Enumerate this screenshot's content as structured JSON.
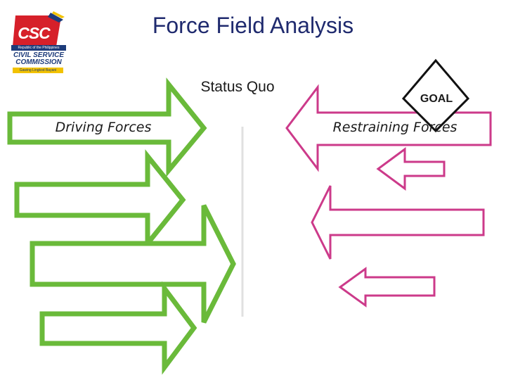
{
  "title": "Force Field Analysis",
  "status_quo_label": "Status Quo",
  "goal_label": "GOAL",
  "driving_label": "Driving Forces",
  "restraining_label": "Restraining Forces",
  "logo": {
    "acronym": "CSC",
    "subtitle": "Republic of the Philippines",
    "line1": "CIVIL SERVICE",
    "line2": "COMMISSION",
    "tagline": "Gawing Lingkod Bayani"
  },
  "colors": {
    "driving_arrow": "#6aba3a",
    "restraining_arrow": "#cc3a8a",
    "title": "#1f2a6e",
    "logo_red": "#d6202a",
    "logo_blue": "#1d3b7a"
  }
}
